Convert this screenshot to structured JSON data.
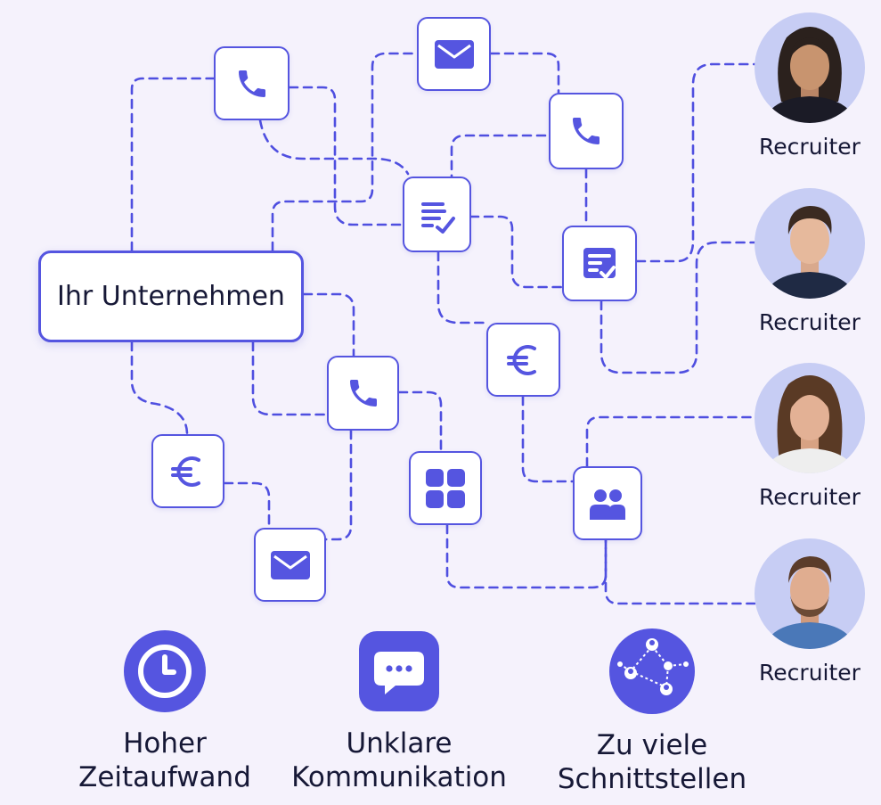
{
  "colors": {
    "accent": "#5555e0",
    "background": "#f5f2fc",
    "avatar_bg": "#c7cdf4"
  },
  "company": {
    "label": "Ihr Unternehmen"
  },
  "nodes": [
    {
      "id": "phone-1",
      "icon": "phone-icon"
    },
    {
      "id": "mail-1",
      "icon": "mail-icon"
    },
    {
      "id": "phone-2",
      "icon": "phone-icon"
    },
    {
      "id": "document-1",
      "icon": "document-check-icon"
    },
    {
      "id": "invoice-1",
      "icon": "invoice-check-icon"
    },
    {
      "id": "euro-1",
      "icon": "euro-icon"
    },
    {
      "id": "phone-3",
      "icon": "phone-icon"
    },
    {
      "id": "euro-2",
      "icon": "euro-icon"
    },
    {
      "id": "apps-1",
      "icon": "apps-grid-icon"
    },
    {
      "id": "team-1",
      "icon": "team-icon"
    },
    {
      "id": "mail-2",
      "icon": "mail-icon"
    }
  ],
  "recruiters": [
    {
      "label": "Recruiter",
      "icon": "person-avatar"
    },
    {
      "label": "Recruiter",
      "icon": "person-avatar"
    },
    {
      "label": "Recruiter",
      "icon": "person-avatar"
    },
    {
      "label": "Recruiter",
      "icon": "person-avatar"
    }
  ],
  "issues": [
    {
      "icon": "clock-icon",
      "line1": "Hoher",
      "line2": "Zeitaufwand"
    },
    {
      "icon": "chat-bubble-icon",
      "line1": "Unklare",
      "line2": "Kommunikation"
    },
    {
      "icon": "network-icon",
      "line1": "Zu viele",
      "line2": "Schnittstellen"
    }
  ]
}
